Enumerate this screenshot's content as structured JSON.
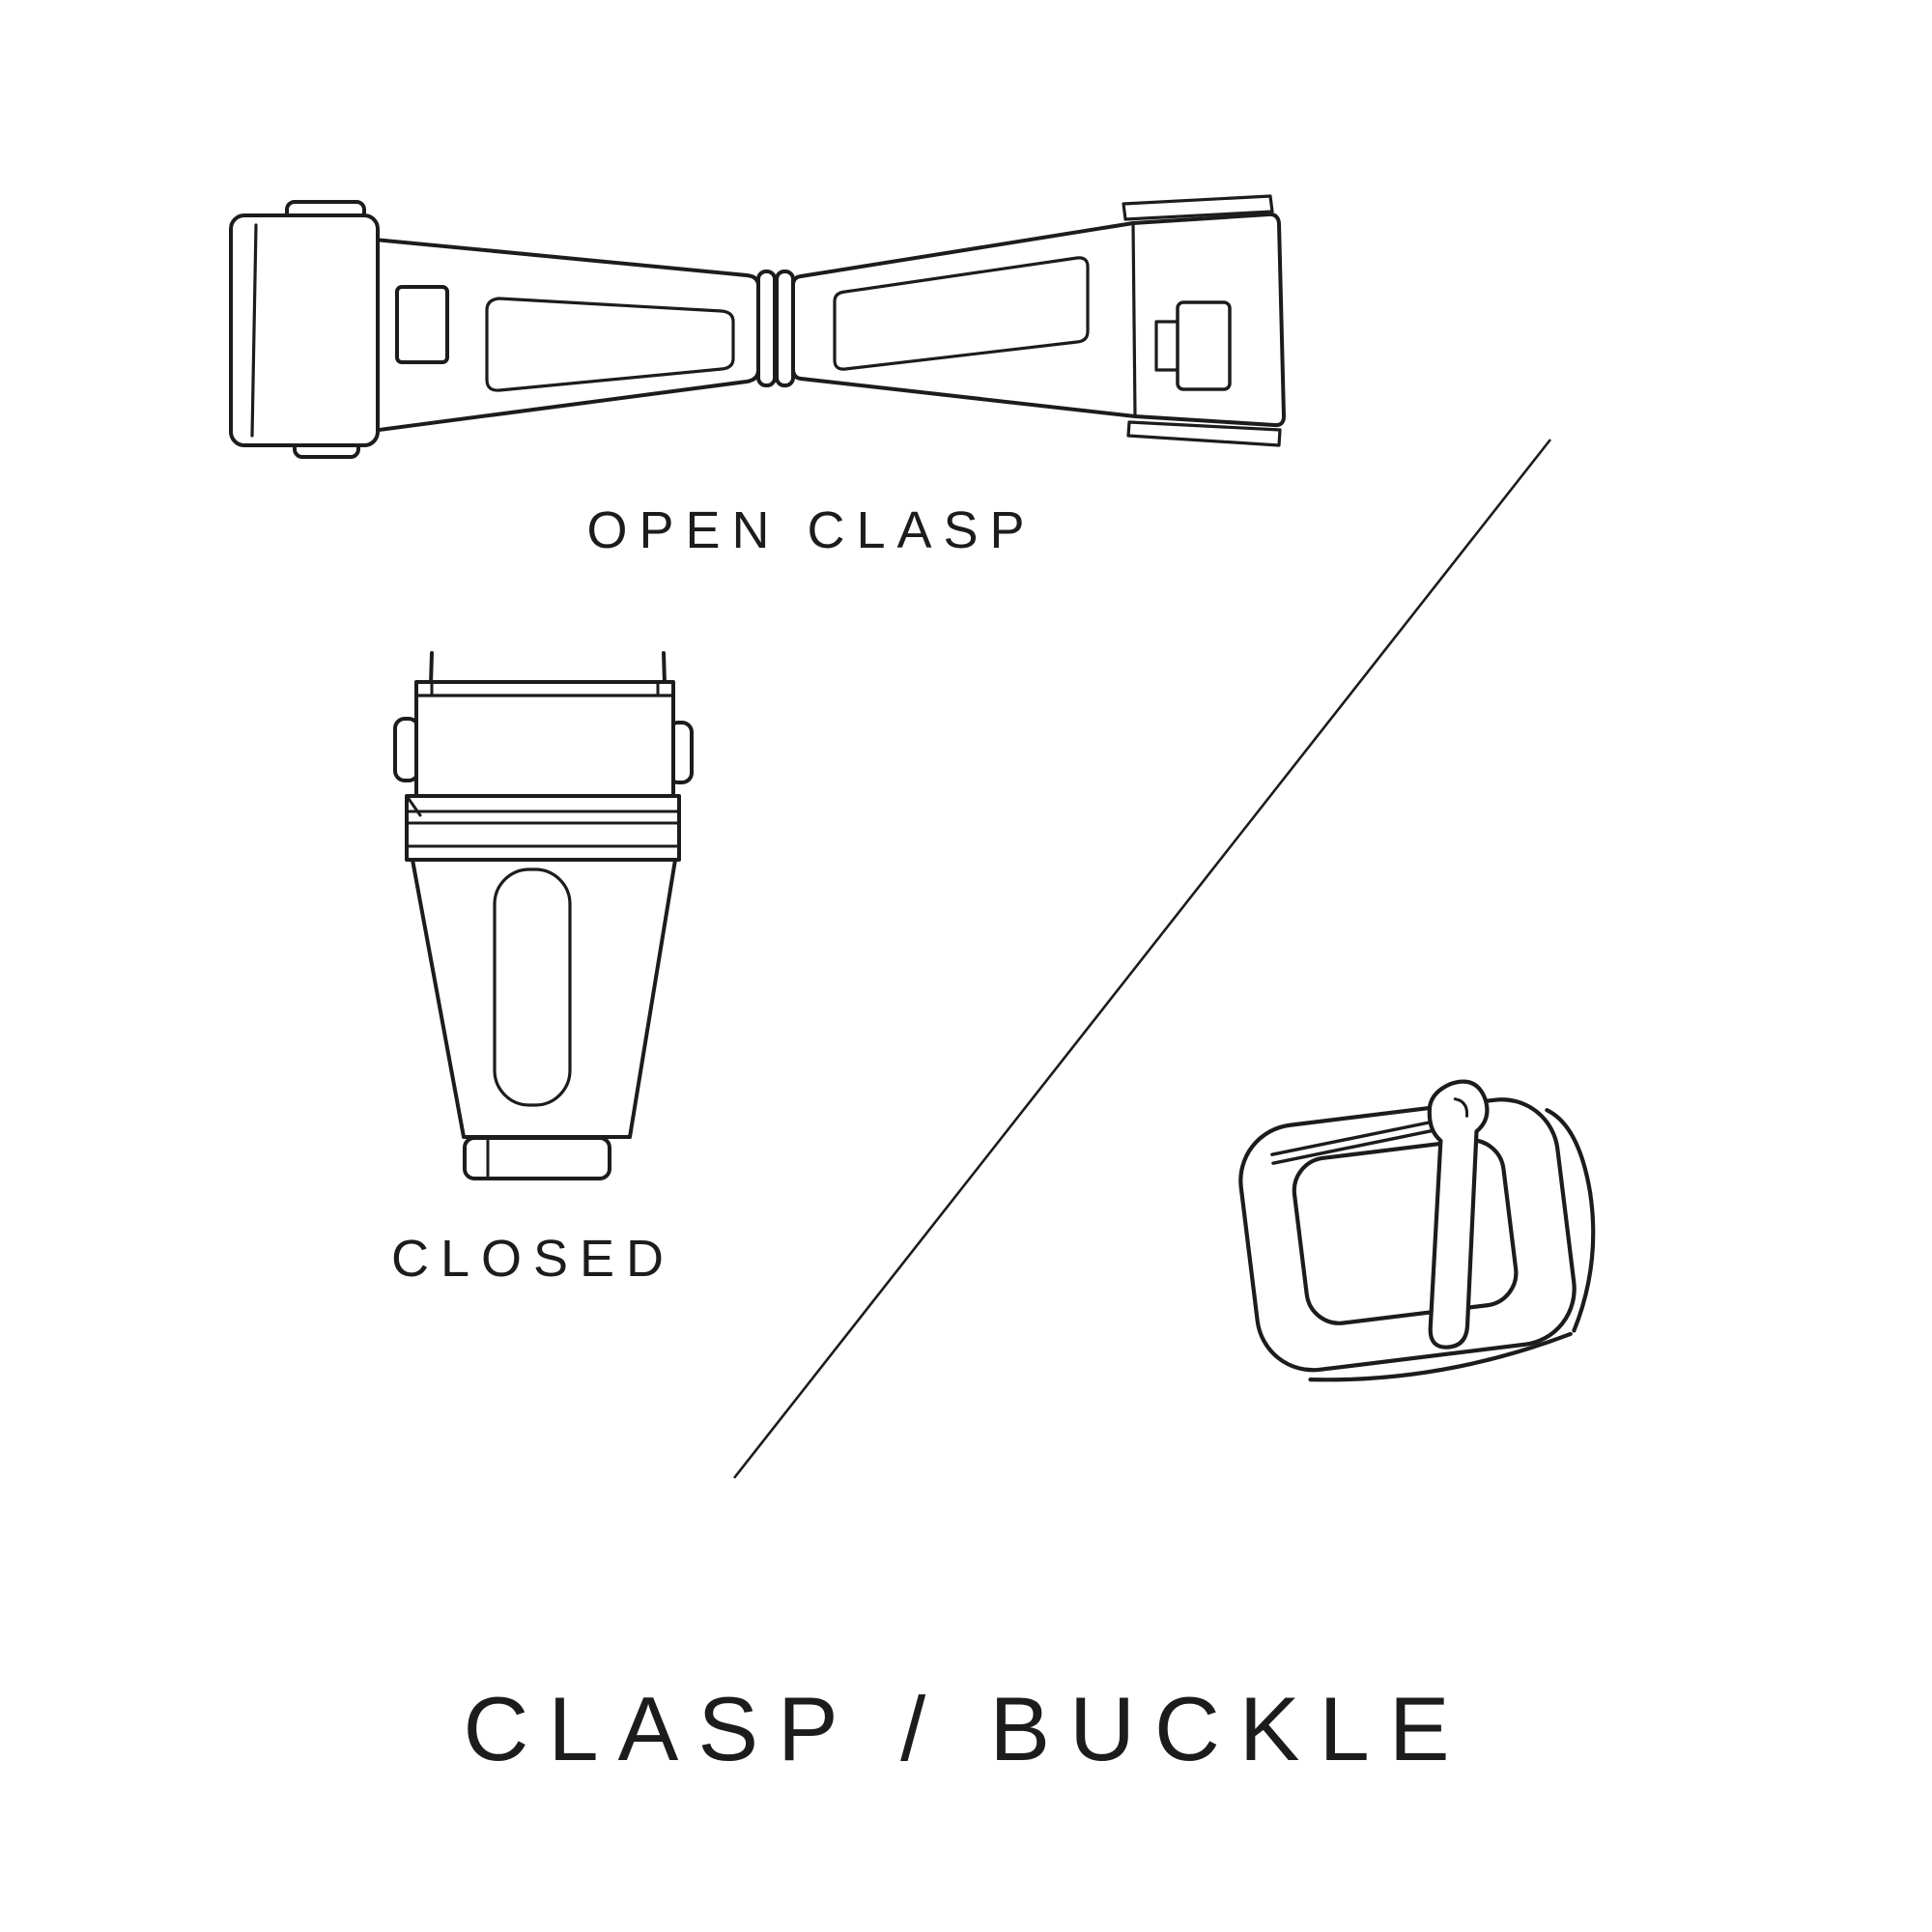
{
  "page": {
    "background": "#ffffff",
    "ink": "#1c1c1c"
  },
  "labels": {
    "open_clasp": "OPEN CLASP",
    "closed": "CLOSED"
  },
  "title": "CLASP / BUCKLE",
  "icons": {
    "open_clasp_illustration": "watch deployant clasp shown open (line art)",
    "closed_clasp_illustration": "watch clasp shown closed (line art)",
    "buckle_illustration": "watch tang buckle (line art)",
    "divider_line": "diagonal separator line"
  }
}
